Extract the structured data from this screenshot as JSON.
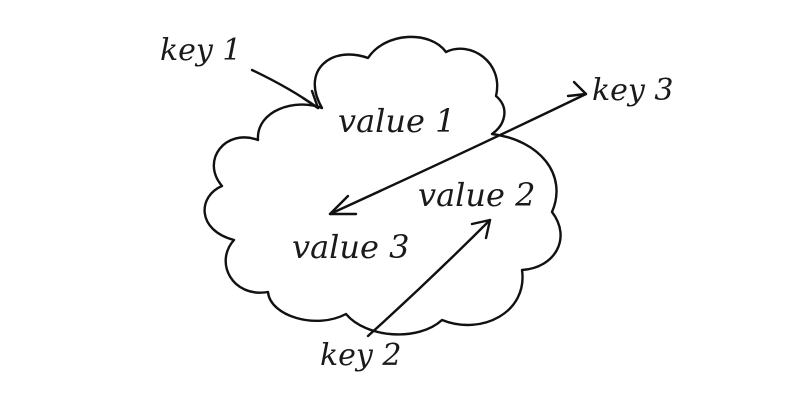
{
  "diagram": {
    "cloud_values": [
      {
        "id": "v1",
        "label": "value 1"
      },
      {
        "id": "v2",
        "label": "value 2"
      },
      {
        "id": "v3",
        "label": "value 3"
      }
    ],
    "keys": [
      {
        "id": "k1",
        "label": "key 1",
        "points_to": "v1"
      },
      {
        "id": "k2",
        "label": "key 2",
        "points_to": "v2"
      },
      {
        "id": "k3",
        "label": "key 3",
        "points_to": "v3"
      }
    ],
    "ink_color": "#111111"
  }
}
